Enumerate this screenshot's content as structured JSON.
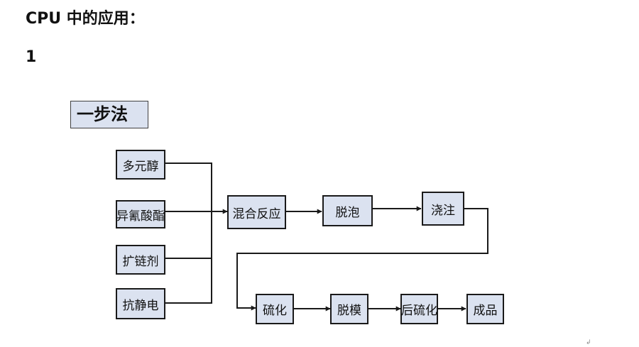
{
  "headings": {
    "section_title": "CPU 中的应用：",
    "item_number": "1"
  },
  "diagram": {
    "method_title": "一步法",
    "inputs": [
      "多元醇",
      "异氰酸酯",
      "扩链剂",
      "抗静电"
    ],
    "process_row_1": [
      "混合反应",
      "脱泡",
      "浇注"
    ],
    "process_row_2": [
      "硫化",
      "脱模",
      "后硫化",
      "成品"
    ],
    "colors": {
      "box_fill": "#dbe2f0",
      "line": "#1a1a1a"
    }
  },
  "page_mark": "↲"
}
